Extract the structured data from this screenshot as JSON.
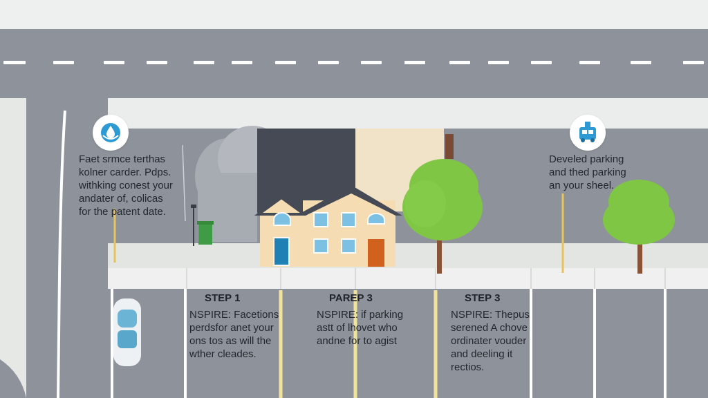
{
  "info_left": {
    "icon": "water-drop-icon",
    "lines": [
      "Faet srmce terthas",
      "kolner carder. Pdps.",
      "withking conest your",
      "andater of, colicas",
      "for the patent date."
    ]
  },
  "info_right": {
    "icon": "bus-stop-icon",
    "lines": [
      "Develed parking",
      "and thed parking",
      "an your sheel."
    ]
  },
  "steps": [
    {
      "title": "STEP 1",
      "lines": [
        "NSPIRE: Facetions",
        "perdsfor anet your",
        "ons tos as will the",
        "wther cleades."
      ]
    },
    {
      "title": "PAREP 3",
      "lines": [
        "NSPIRE: if parking",
        "astt of lhovet who",
        "andne for to agist"
      ]
    },
    {
      "title": "STEP 3",
      "lines": [
        "NSPIRE: Thepus",
        "serened A chove",
        "ordinater vouder",
        "and deeling it",
        "rectios."
      ]
    }
  ],
  "colors": {
    "road": "#8e939b",
    "sidewalk": "#e6e8e6",
    "house_wall": "#f5dcb2",
    "roof": "#464a55",
    "tree": "#7ec644",
    "door_blue": "#1f80b6",
    "door_orange": "#d0621e",
    "bin": "#3f9b45",
    "accent_blue": "#2e9ad4"
  }
}
